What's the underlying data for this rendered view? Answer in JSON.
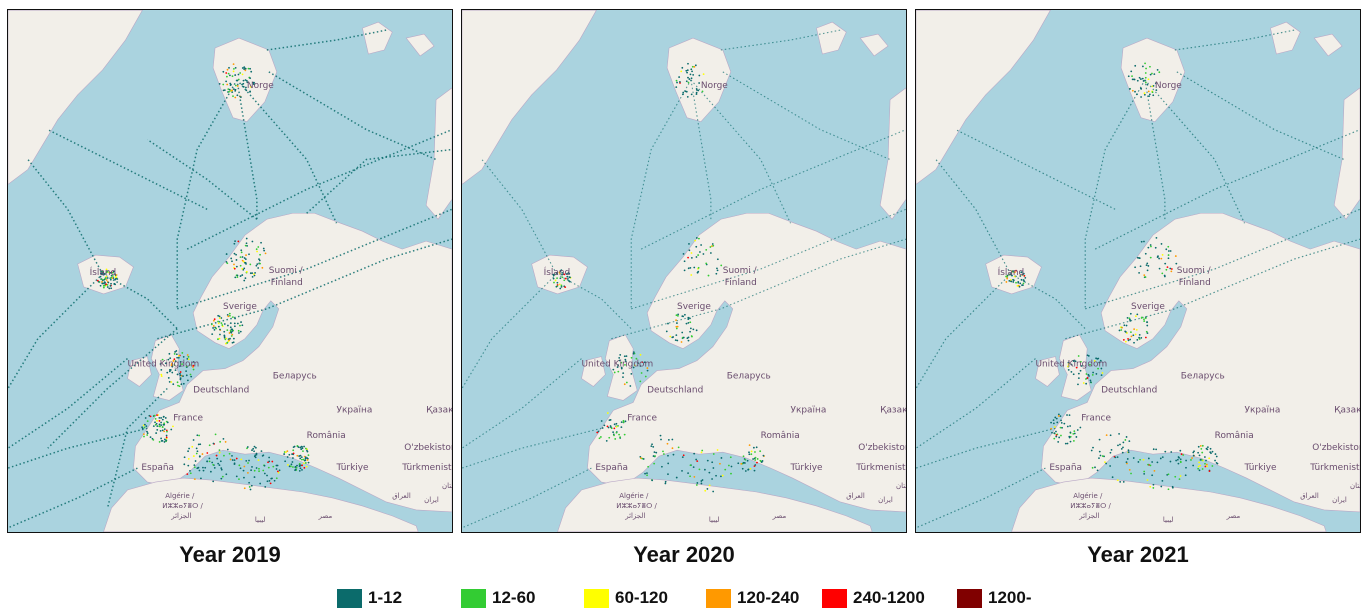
{
  "panels": [
    {
      "caption": "Year 2019",
      "density": 1.0
    },
    {
      "caption": "Year 2020",
      "density": 0.55
    },
    {
      "caption": "Year 2021",
      "density": 0.65
    }
  ],
  "map_labels": {
    "norge": "Norge",
    "island": "Ísland",
    "suomi": "Suomi /",
    "finland": "Finland",
    "sverige": "Sverige",
    "uk": "United Kingdom",
    "deutschland": "Deutschland",
    "belarus": "Беларусь",
    "ukraina": "Україна",
    "kazak": "Қазақ",
    "france": "France",
    "romania": "România",
    "espana": "España",
    "uzbek": "O'zbekiston",
    "turkiye": "Türkiye",
    "turkmen": "Türkmenistan",
    "algerie": "Algérie /",
    "algerie2": "ⵍⵣⵣⴰⵢⴻⵔ /",
    "algerie3": "الجزائر",
    "iraq": "العراق",
    "iran": "ایران",
    "libya": "ليبيا",
    "egypt": "مصر",
    "afghan": "افغانستان"
  },
  "colors": {
    "sea": "#aad3df",
    "land": "#f2efe9",
    "border": "#b9a8c6"
  },
  "legend": [
    {
      "label": "1-12",
      "color": "#0b6b6b"
    },
    {
      "label": "12-60",
      "color": "#33cc33"
    },
    {
      "label": "60-120",
      "color": "#ffff00"
    },
    {
      "label": "120-240",
      "color": "#ff9900"
    },
    {
      "label": "240-1200",
      "color": "#ff0000"
    },
    {
      "label": "1200-",
      "color": "#800000"
    }
  ]
}
